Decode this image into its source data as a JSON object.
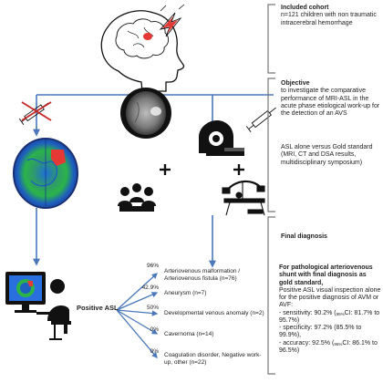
{
  "cohort": {
    "title": "Included cohort",
    "text": "n=121 children with non traumatic intracerebral hemorrhage"
  },
  "objective": {
    "title": "Objective",
    "text": "to investigate the comparative performance of MRI-ASL in the acute phase etiological work-up for the detection of an AVS",
    "comparison": "ASL alone versus Gold standard (MRI, CT and DSA results, multidisciplinary symposium)"
  },
  "final_diagnosis": {
    "title": "Final diagnosis"
  },
  "left_label": "Positive ASL",
  "branches": [
    {
      "percent": "96%",
      "label": "Arteriovenous malformation / Arteriovenous fistula (n=76)"
    },
    {
      "percent": "42.9%",
      "label": "Aneurysm (n=7)"
    },
    {
      "percent": "50%",
      "label": "Developmental venous anomaly (n=2)"
    },
    {
      "percent": "0%",
      "label": "Cavernoma (n=14)"
    },
    {
      "percent": "0%",
      "label": "Coagulation disorder, Negative work-up, other (n=22)"
    }
  ],
  "conclusion": {
    "title": "For pathological arteriovenous shunt with final diagnosis as gold standard,",
    "intro": "Positive ASL visual inspection alone for the positive diagnosis of AVM or AVF:",
    "sensitivity": {
      "label": "- sensitivity: 90.2% (",
      "ci_sub": "95%",
      "ci": "CI: 81.7% to 95.7%)"
    },
    "specificity": {
      "label": "- specificity: 97.2% (85.5% to 99.9%),"
    },
    "accuracy": {
      "label": "- accuracy: 92.5% (",
      "ci_sub": "95%",
      "ci": "CI: 86.1% to 96.5%)"
    }
  },
  "colors": {
    "arrow": "#4a78b8",
    "bracket": "#777777",
    "crossout": "#c62828",
    "lightning": "#e53935",
    "brain_overlay": "#e53935",
    "dark": "#111111"
  }
}
